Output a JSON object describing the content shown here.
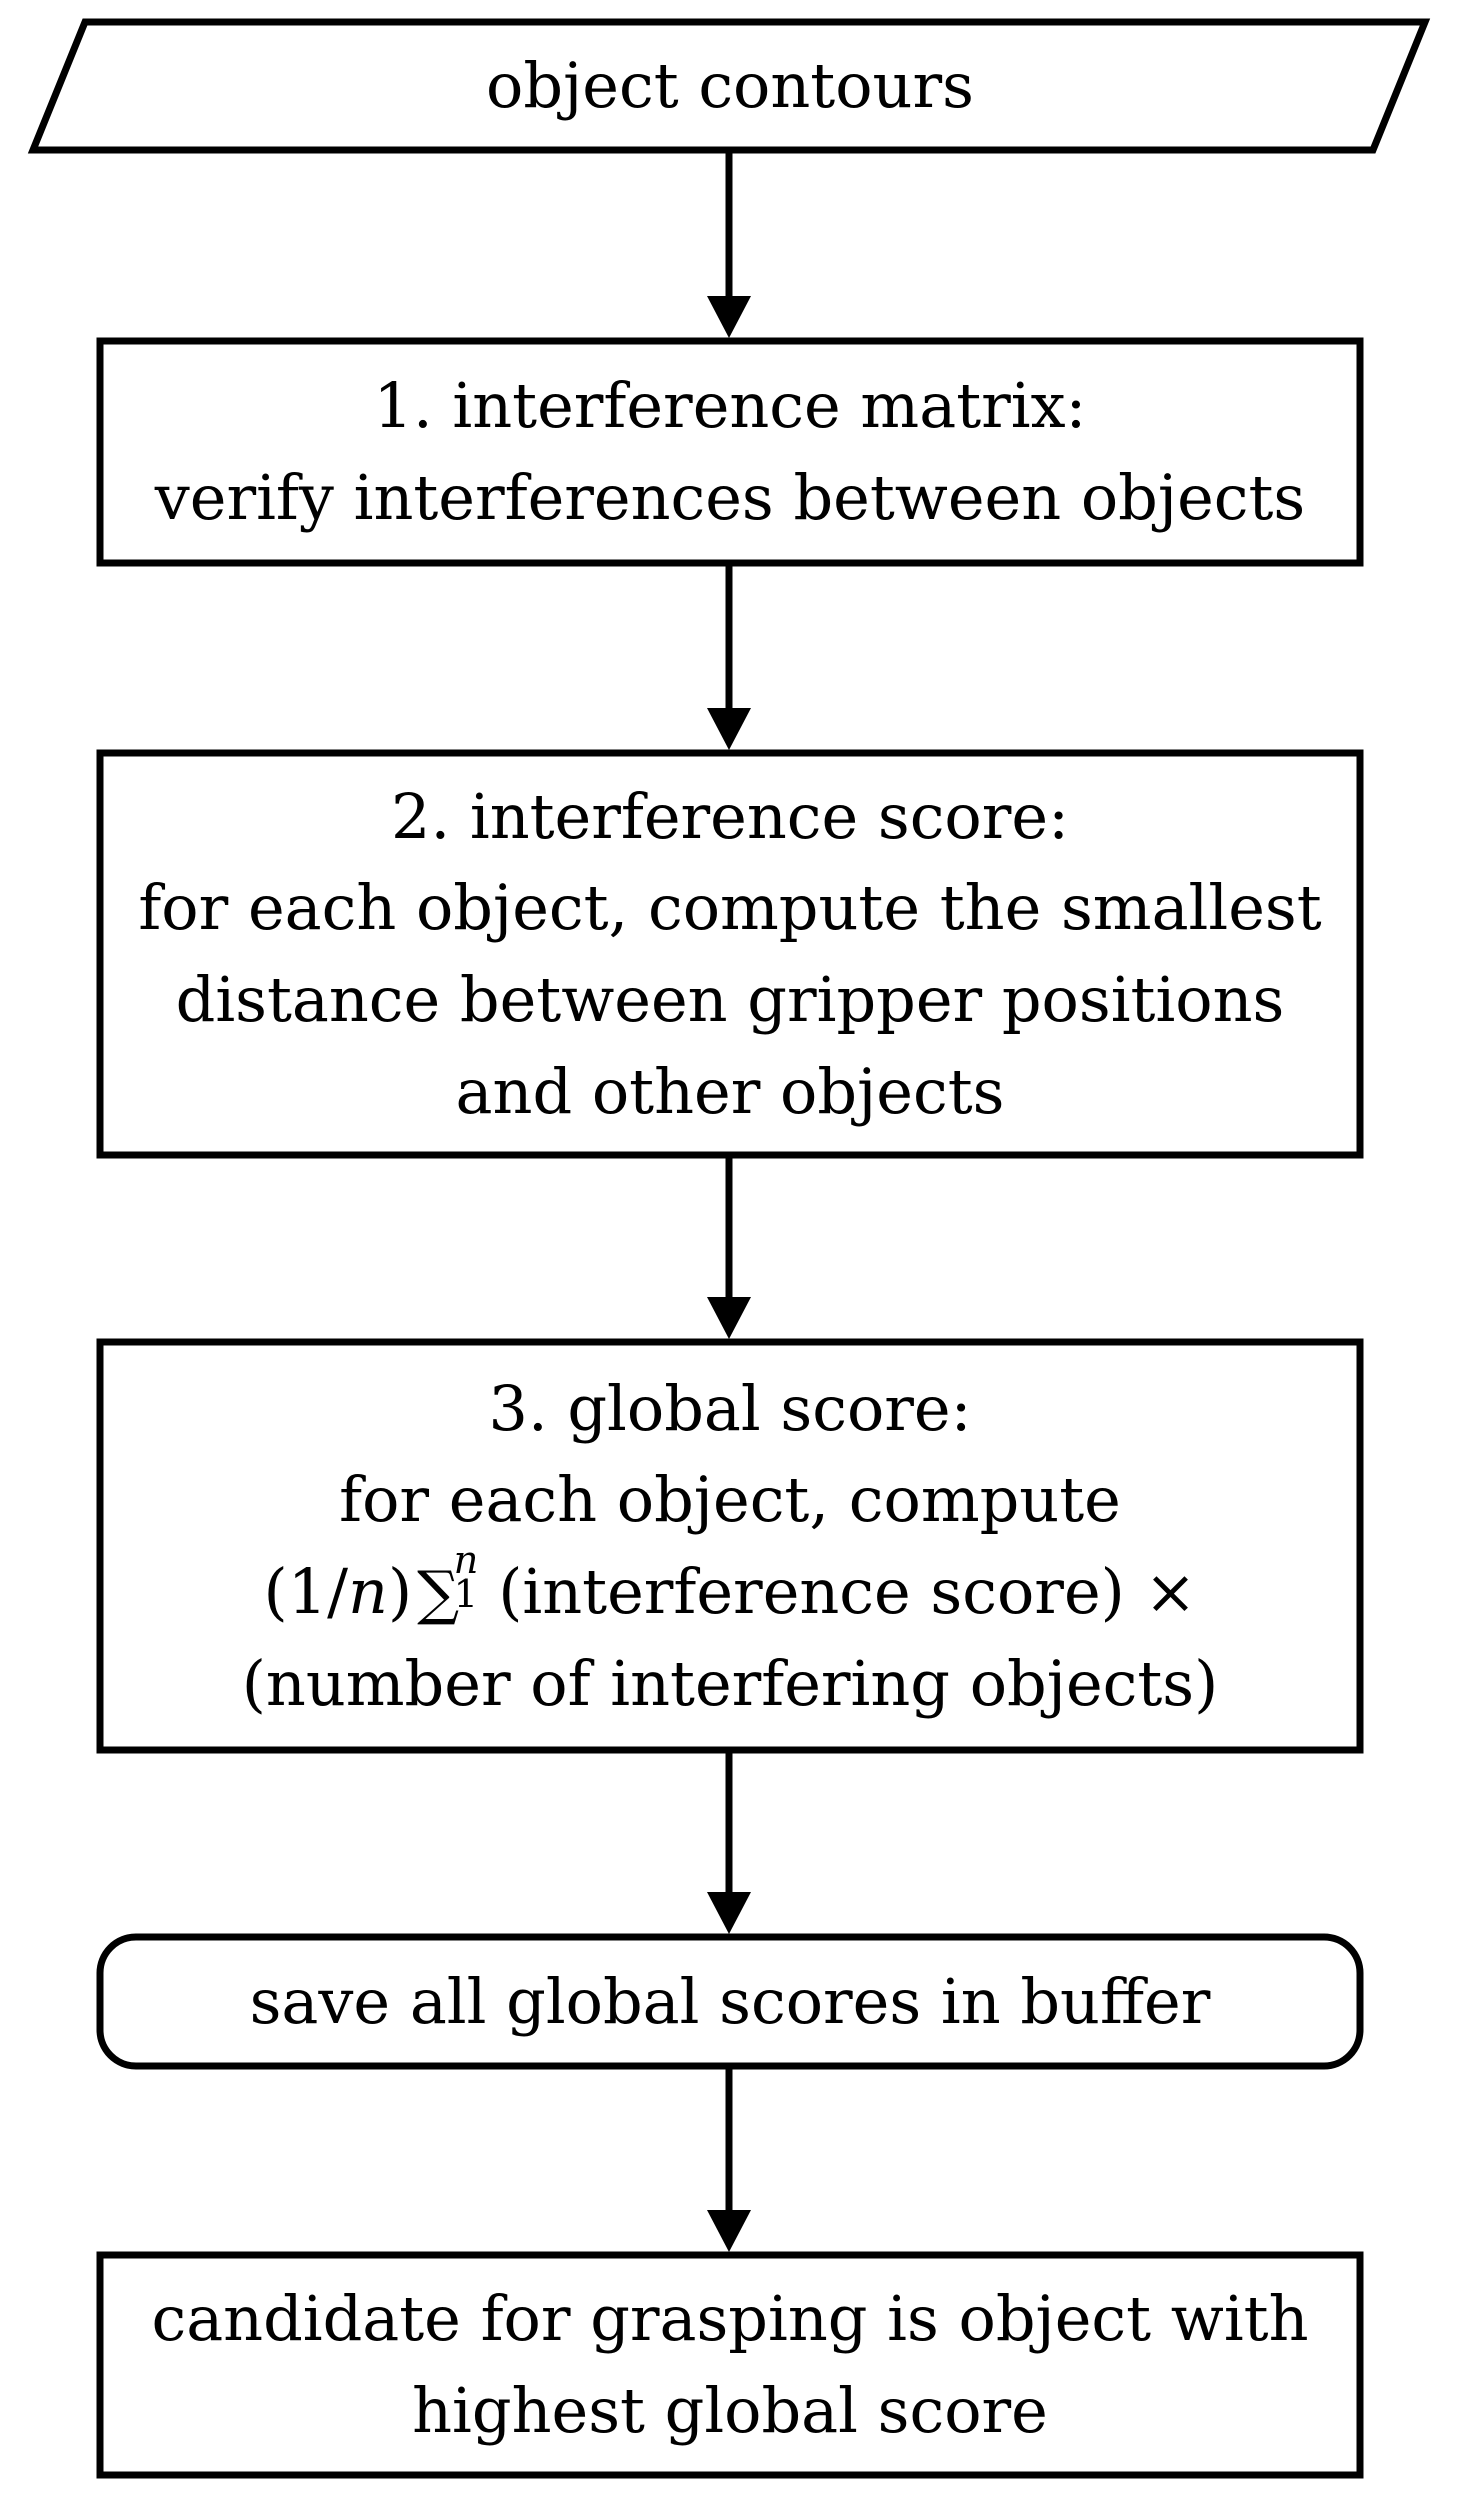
{
  "flowchart": {
    "input": {
      "text": "object contours"
    },
    "step1": {
      "line1": "1. interference matrix:",
      "line2": "verify interferences between objects"
    },
    "step2": {
      "line1": "2. interference score:",
      "line2": "for each object, compute the smallest",
      "line3": "distance between gripper positions",
      "line4": "and other objects"
    },
    "step3": {
      "line1": "3. global score:",
      "line2": "for each object, compute",
      "formula": {
        "open": "(1/",
        "var_n": "n",
        "close": ")",
        "sum_symbol": "∑",
        "sum_upper": "n",
        "sum_lower": "1",
        "term": "(interference score) ×"
      },
      "line4": "(number of interfering objects)"
    },
    "buffer": {
      "text": "save all global scores in buffer"
    },
    "result": {
      "line1": "candidate for grasping is object with",
      "line2": "highest global score"
    }
  }
}
